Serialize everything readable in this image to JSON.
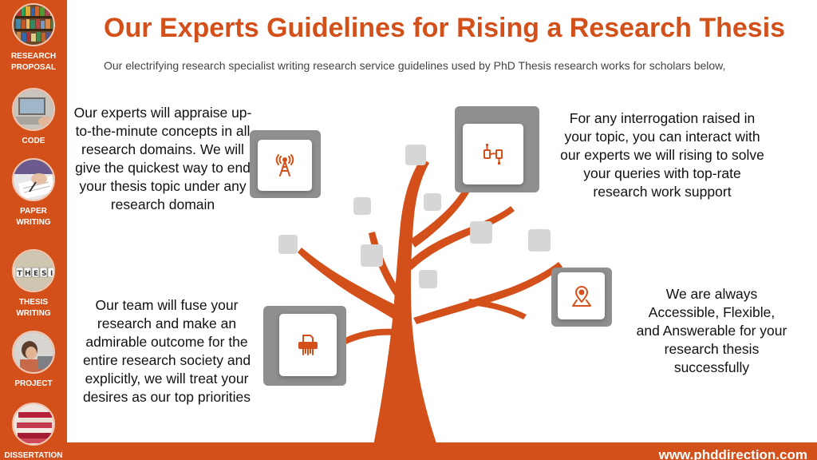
{
  "header": {
    "title": "Our Experts Guidelines for Rising a Research Thesis",
    "subtitle": "Our electrifying research specialist writing research service guidelines used by PhD Thesis research works for scholars below,"
  },
  "sidebar": {
    "items": [
      {
        "label": "RESEARCH\nPROPOSAL",
        "icon": "bookshelf-photo"
      },
      {
        "label": "CODE",
        "icon": "laptop-photo"
      },
      {
        "label": "PAPER\nWRITING",
        "icon": "writing-hand-photo"
      },
      {
        "label": "THESIS\nWRITING",
        "icon": "thesis-tiles-photo"
      },
      {
        "label": "PROJECT",
        "icon": "person-laptop-photo"
      },
      {
        "label": "DISSERTATION",
        "icon": "book-stack-photo"
      }
    ]
  },
  "blocks": {
    "top_left": "Our experts will appraise up-to-the-minute concepts in all research domains. We will give the quickest way to end your thesis topic under any research domain",
    "top_right": "For any interrogation raised in your topic, you can interact with our experts we will rising to solve your queries with top-rate research work support",
    "bottom_left": "Our team will fuse your research and make an admirable outcome for the entire research society and explicitly, we will treat your desires as our top priorities",
    "bottom_right": "We are always Accessible, Flexible, and Answerable for your research thesis successfully"
  },
  "icons": {
    "top_left": "signal-tower-icon",
    "top_right": "usb-cable-icon",
    "bottom_left": "shredder-icon",
    "bottom_right": "map-pin-icon"
  },
  "footer": {
    "url": "www.phddirection.com"
  },
  "colors": {
    "accent": "#d3501a",
    "card_shadow": "#8f8f8f",
    "leaf": "#d6d6d6"
  }
}
